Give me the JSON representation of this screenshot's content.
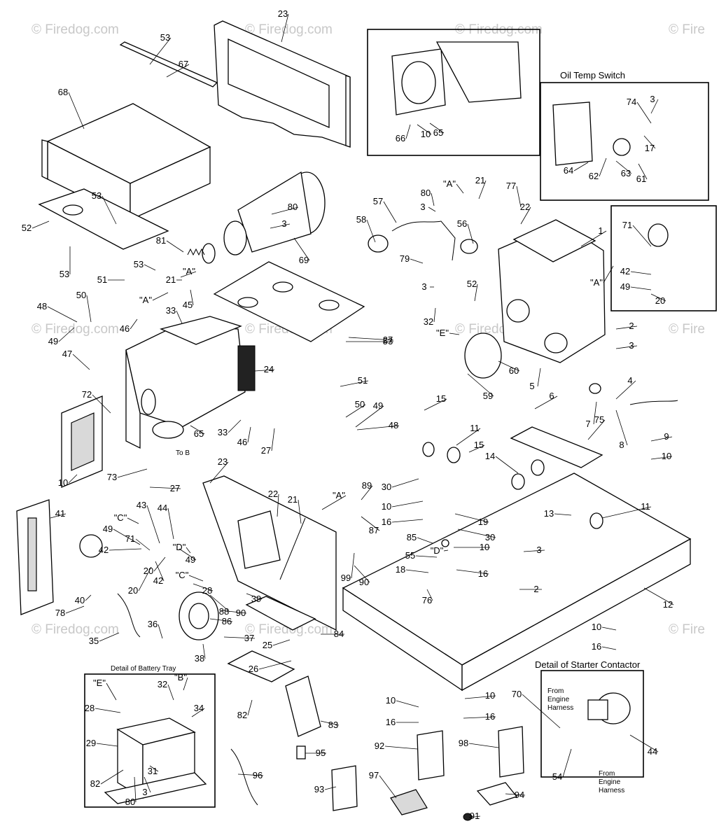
{
  "watermarks": [
    "© Firedog.com",
    "© Firedog.com",
    "© Firedog.com",
    "© Firedog.com",
    "© Firedog.com",
    "© Firedog.com",
    "© Firedog.com",
    "© Firedog.com",
    "© Fire",
    "© Fire",
    "© Fire"
  ],
  "insets": {
    "oil_temp_title": "Oil Temp Switch",
    "battery_title": "Detail of Battery Tray",
    "starter_title": "Detail of Starter Contactor",
    "from_engine_top": [
      "From",
      "Engine",
      "Harness"
    ],
    "from_engine_bottom": [
      "From",
      "Engine",
      "Harness"
    ],
    "to_b": "To B"
  },
  "callouts": [
    "23",
    "53",
    "67",
    "68",
    "53",
    "52",
    "53",
    "81",
    "69",
    "80",
    "3",
    "57",
    "80",
    "3",
    "58",
    "56",
    "79",
    "21",
    "77",
    "22",
    "1",
    "65",
    "66",
    "10",
    "74",
    "3",
    "17",
    "64",
    "62",
    "63",
    "61",
    "71",
    "42",
    "49",
    "20",
    "53",
    "51",
    "21",
    "45",
    "46",
    "48",
    "50",
    "49",
    "47",
    "33",
    "27",
    "3",
    "32",
    "52",
    "53",
    "60",
    "59",
    "5",
    "2",
    "3",
    "72",
    "24",
    "65",
    "33",
    "46",
    "51",
    "50",
    "49",
    "48",
    "27",
    "10",
    "73",
    "27",
    "15",
    "11",
    "6",
    "75",
    "9",
    "10",
    "4",
    "7",
    "8",
    "15",
    "14",
    "13",
    "11",
    "12",
    "30",
    "10",
    "16",
    "19",
    "30",
    "85",
    "55",
    "18",
    "76",
    "10",
    "16",
    "3",
    "2",
    "23",
    "22",
    "21",
    "89",
    "87",
    "99",
    "90",
    "41",
    "43",
    "44",
    "71",
    "49",
    "42",
    "20",
    "42",
    "20",
    "49",
    "28",
    "39",
    "88",
    "37",
    "86",
    "90",
    "84",
    "78",
    "40",
    "35",
    "36",
    "38",
    "25",
    "26",
    "82",
    "83",
    "10",
    "16",
    "10",
    "16",
    "10",
    "16",
    "28",
    "29",
    "32",
    "34",
    "82",
    "80",
    "3",
    "31",
    "96",
    "95",
    "92",
    "93",
    "97",
    "98",
    "94",
    "91",
    "70",
    "54",
    "44",
    "A",
    "A",
    "A",
    "A",
    "A",
    "C",
    "C",
    "E",
    "E",
    "B",
    "D",
    "D"
  ]
}
